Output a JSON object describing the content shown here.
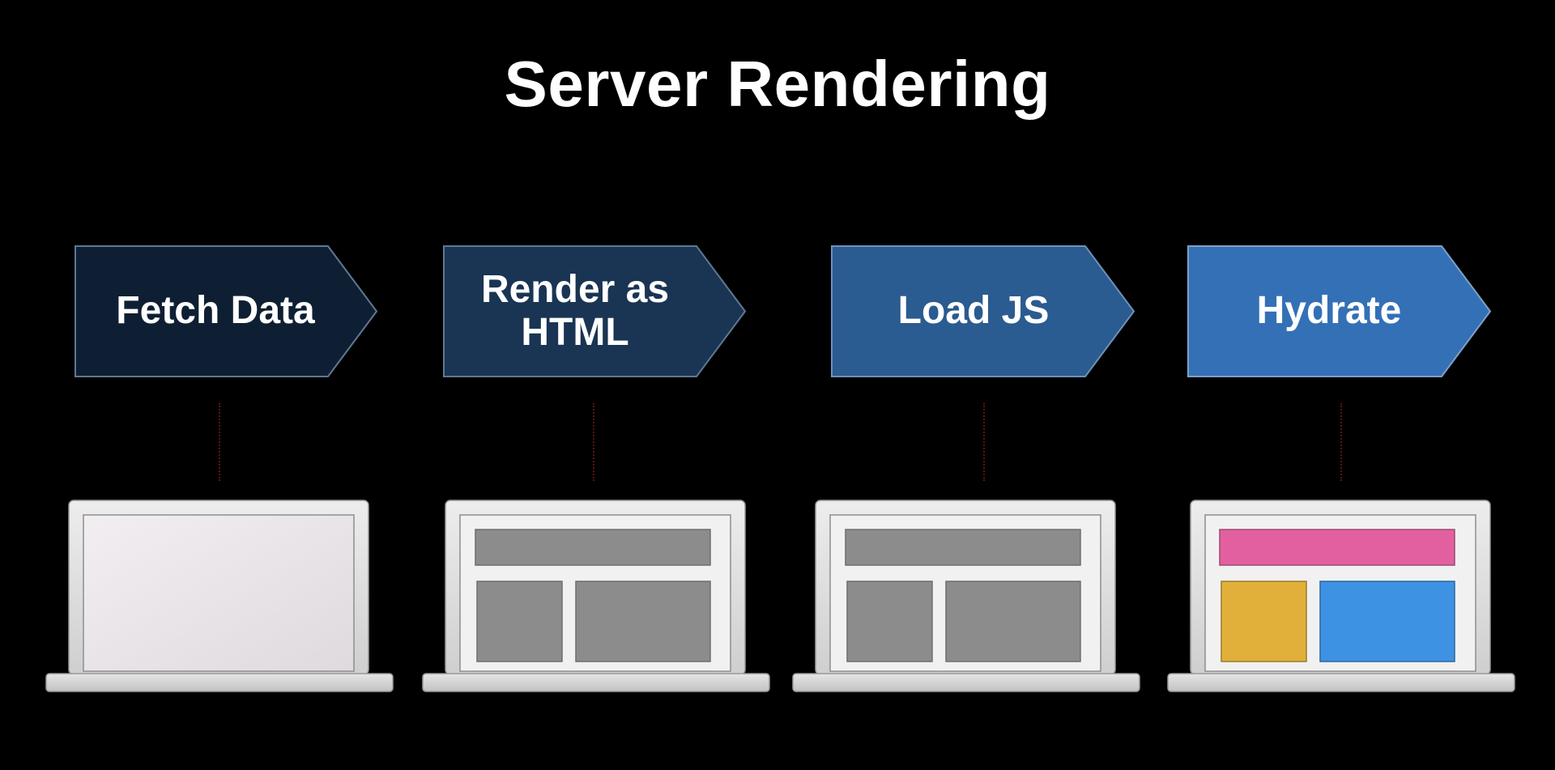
{
  "title": "Server Rendering",
  "steps": [
    {
      "label": "Fetch Data",
      "color": "#0f1f33"
    },
    {
      "label": "Render as\nHTML",
      "color": "#193553"
    },
    {
      "label": "Load JS",
      "color": "#2a5b91"
    },
    {
      "label": "Hydrate",
      "color": "#3470b6"
    }
  ],
  "laptops": [
    {
      "state": "blank"
    },
    {
      "state": "grey-layout"
    },
    {
      "state": "grey-layout"
    },
    {
      "state": "colored-layout",
      "colors": {
        "header": "#e2609f",
        "left": "#e0b03a",
        "right": "#3e92e3"
      }
    }
  ]
}
